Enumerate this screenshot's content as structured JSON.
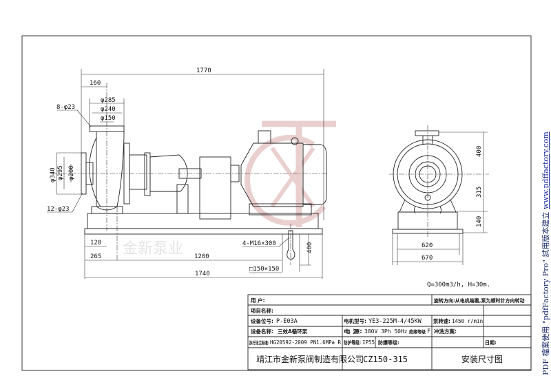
{
  "drawing": {
    "front_view": {
      "overall_length": "1770",
      "outlet_offset": "160",
      "outlet_bolts": "8-φ23",
      "outlet_flange_od": "φ285",
      "outlet_bolt_circle": "φ240",
      "outlet_bore": "φ150",
      "inlet_flange_od": "φ340",
      "inlet_bolt_circle": "φ295",
      "inlet_bore": "φ200",
      "inlet_bolts": "12-φ23",
      "anchor_bolts": "4-M16×300",
      "anchor_depth": "400",
      "anchor_pocket": "□150×150",
      "dim_120": "120",
      "dim_265": "265",
      "dim_1200": "1200",
      "base_length": "1740"
    },
    "side_view": {
      "height_upper": "400",
      "center_height": "315",
      "base_height": "140",
      "bolt_spacing": "620",
      "base_width": "670"
    },
    "performance": "Q=300m3/h, H=30m."
  },
  "watermark_logo": {
    "text": "金新泵业",
    "color": "#e8c8c8"
  },
  "title_block": {
    "user_label": "用    户:",
    "rotation": "旋转方向:从电机端看,泵为顺时针方向转动",
    "project_label": "项目名称:",
    "tag_label": "设备位号:",
    "tag_value": "P-E03A",
    "motor_label": "电机型号:",
    "motor_value": "YE3-225M-4/45KW",
    "speed_label": "泵转速:",
    "speed_value": "1450 r/min",
    "name_label": "设备名称:",
    "name_value": "三效A循环泵",
    "power_label": "电    源:",
    "power_value": "380V 3Ph 50Hz",
    "insulation_label": "绝缘等级",
    "insulation_value": "F",
    "flush_label": "冲洗方案:",
    "flange_label": "执行法兰标准:",
    "flange_value": "HG20592-2009 PN1.6MPa R",
    "protection_label": "防护等级:",
    "protection_value": "IP55",
    "explosion_label": "防爆等级:",
    "date_label": "日期:",
    "company": "靖江市金新泵阀制造有限公司",
    "model": "CZ150-315",
    "drawing_title": "安装尺寸图"
  },
  "pdf_watermark": {
    "prefix": "PDF 檔案使用 \"pdfFactory Pro\" 試用版本建立",
    "link": "www.pdffactory.com"
  }
}
